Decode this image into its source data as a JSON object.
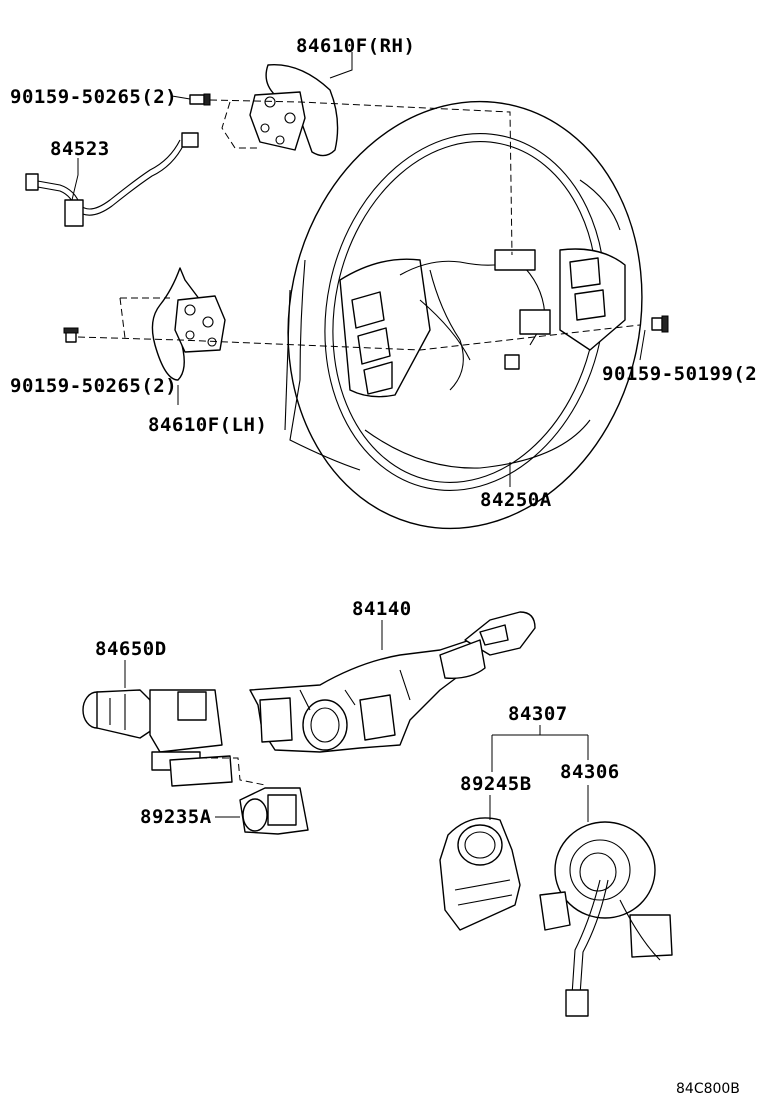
{
  "labels": {
    "paddle_rh": "84610F(RH)",
    "screw_rh_paddle": "90159-50265(2)",
    "wire_harness": "84523",
    "screw_lh_paddle": "90159-50265(2)",
    "paddle_lh": "84610F(LH)",
    "screw_wheel": "90159-50199(2)",
    "steering_pad_switch": "84250A",
    "combination_switch": "84140",
    "wiper_switch": "84650D",
    "assembly_84307": "84307",
    "sensor_89245B": "89245B",
    "spiral_cable": "84306",
    "switch_89235A": "89235A"
  },
  "diagram_code": "84C800B"
}
